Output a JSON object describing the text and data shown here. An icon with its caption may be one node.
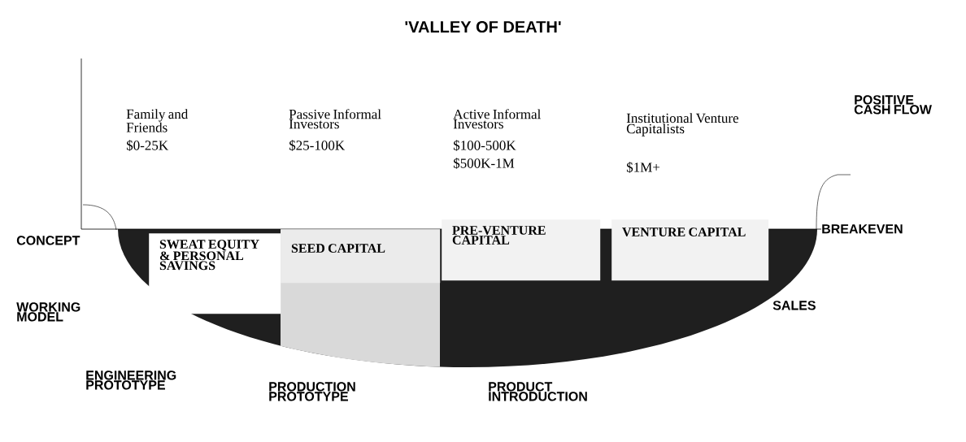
{
  "diagram": {
    "title": "'VALLEY OF DEATH'",
    "nodes": [
      {
        "text": [
          "SWEAT EQUITY & PERSONAL SAVINGS"
        ]
      },
      {
        "text": [
          "SEED CAPITAL"
        ]
      },
      {
        "text": [
          "PRE-VENTURE CAPITAL"
        ]
      },
      {
        "text": [
          "VENTURE CAPITAL"
        ]
      }
    ],
    "labels": [
      "Family and Friends",
      "$0-25K",
      "Passive Informal Investors",
      "$25-100K",
      "Active Informal Investors",
      "$100-500K",
      "$500K-1M",
      "Institutional Venture Capitalists",
      "$1M+",
      "POSITIVE CASH FLOW",
      "BREAKEVEN",
      "CONCEPT",
      "WORKING MODEL",
      "SALES",
      "ENGINEERING PROTOTYPE",
      "PRODUCTION PROTOTYPE",
      "PRODUCT INTRODUCTION"
    ]
  }
}
